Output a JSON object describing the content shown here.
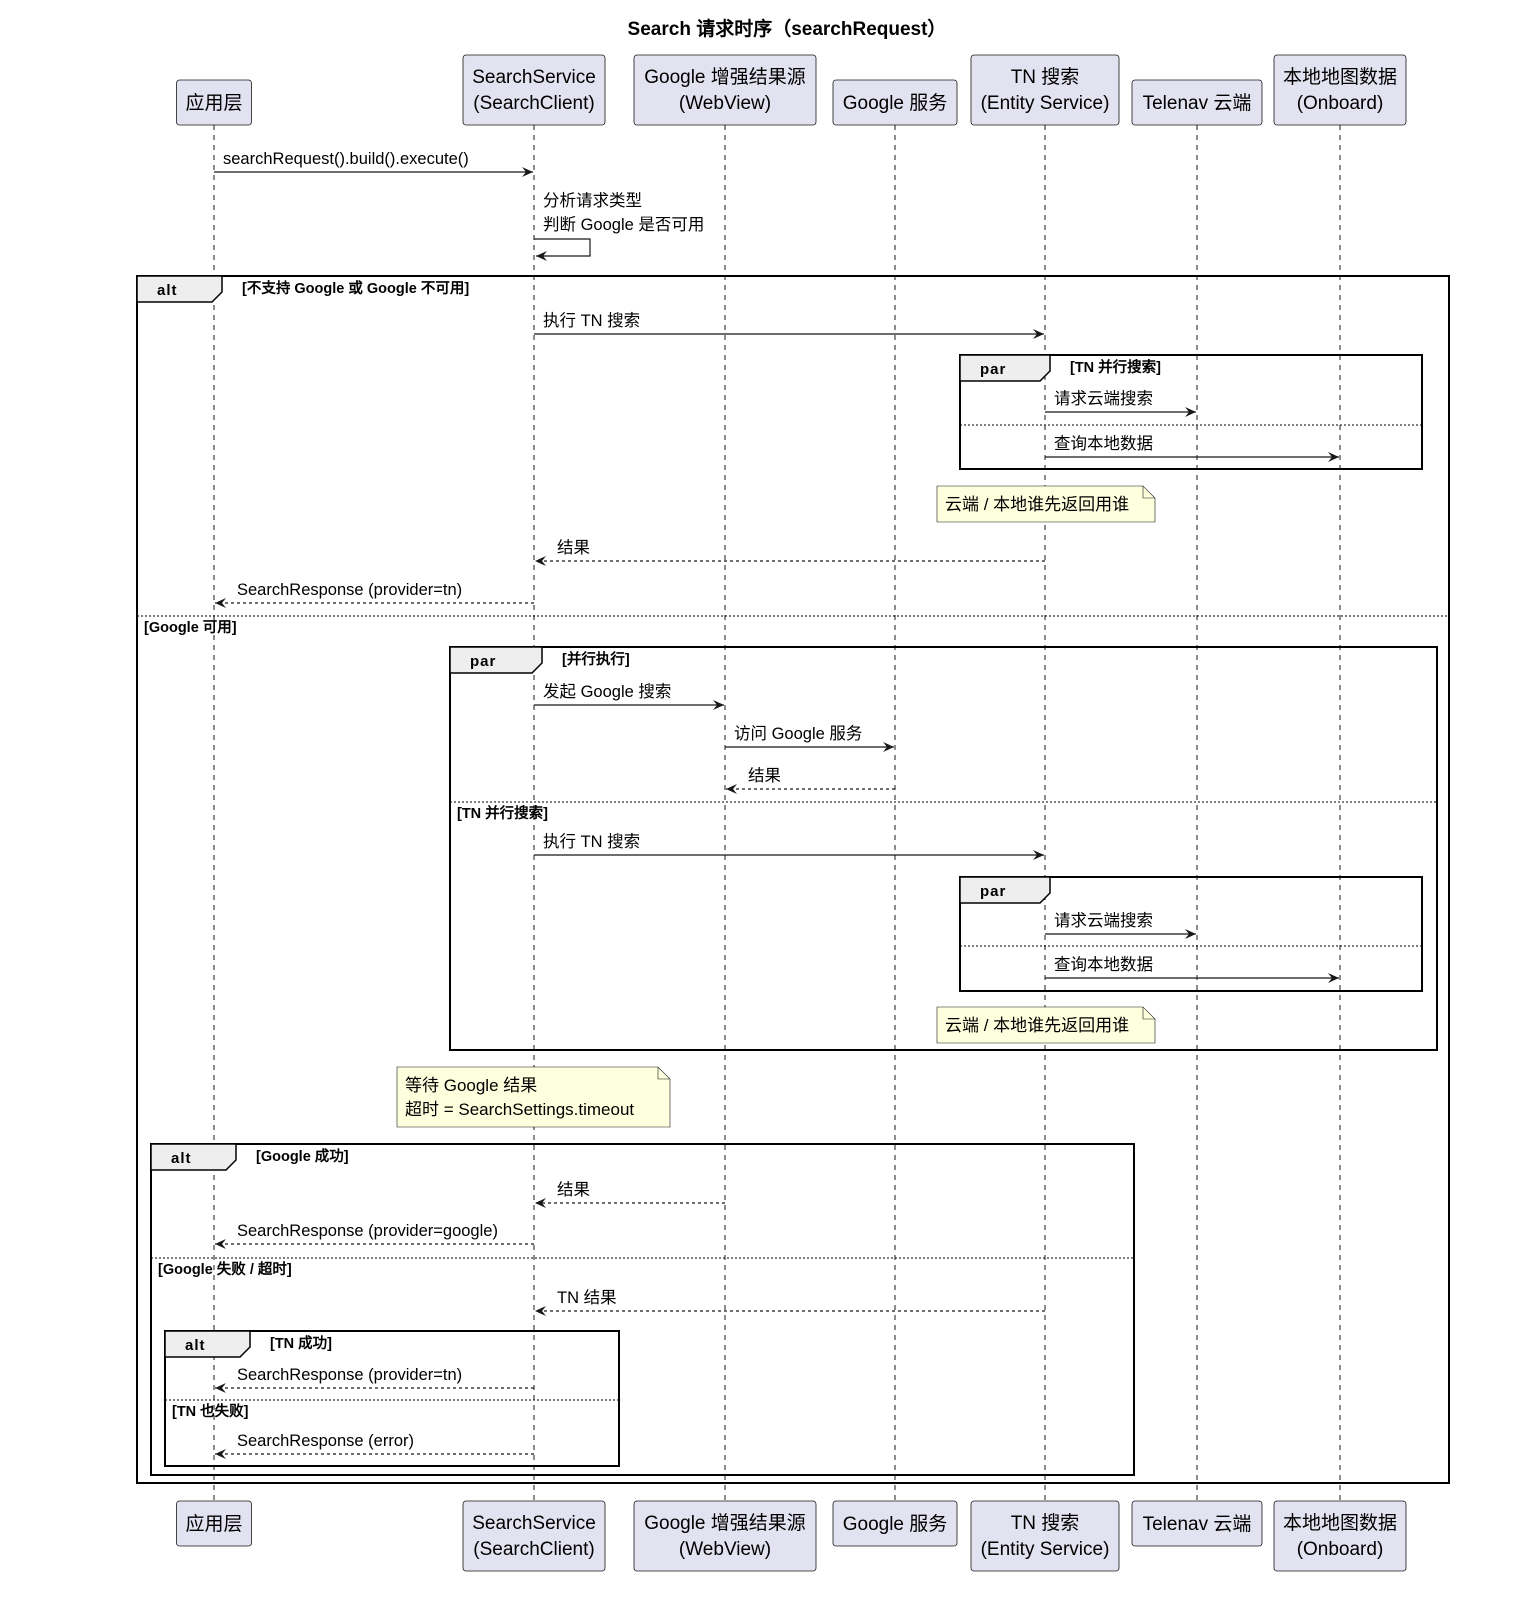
{
  "title": "Search 请求时序（searchRequest）",
  "colors": {
    "participant_fill": "#E2E2F0",
    "participant_stroke": "#181818",
    "note_fill": "#FEFFDD",
    "line": "#181818"
  },
  "participants": [
    {
      "id": "app",
      "lines": [
        "应用层"
      ]
    },
    {
      "id": "ss",
      "lines": [
        "SearchService",
        "(SearchClient)"
      ]
    },
    {
      "id": "gw",
      "lines": [
        "Google 增强结果源",
        "(WebView)"
      ]
    },
    {
      "id": "gs",
      "lines": [
        "Google 服务"
      ]
    },
    {
      "id": "tn",
      "lines": [
        "TN 搜索",
        "(Entity Service)"
      ]
    },
    {
      "id": "cloud",
      "lines": [
        "Telenav 云端"
      ]
    },
    {
      "id": "local",
      "lines": [
        "本地地图数据",
        "(Onboard)"
      ]
    }
  ],
  "messages": [
    {
      "from": "app",
      "to": "ss",
      "label": "searchRequest().build().execute()",
      "style": "solid"
    },
    {
      "from": "ss",
      "to": "ss",
      "label": "分析请求类型",
      "label2": "判断 Google 是否可用",
      "style": "self"
    },
    {
      "from": "ss",
      "to": "tn",
      "label": "执行 TN 搜索",
      "style": "solid"
    },
    {
      "from": "tn",
      "to": "cloud",
      "label": "请求云端搜索",
      "style": "solid"
    },
    {
      "from": "tn",
      "to": "local",
      "label": "查询本地数据",
      "style": "solid"
    },
    {
      "from": "tn",
      "to": "ss",
      "label": "结果",
      "style": "dashed"
    },
    {
      "from": "ss",
      "to": "app",
      "label": "SearchResponse (provider=tn)",
      "style": "dashed"
    },
    {
      "from": "ss",
      "to": "gw",
      "label": "发起 Google 搜索",
      "style": "solid"
    },
    {
      "from": "gw",
      "to": "gs",
      "label": "访问 Google 服务",
      "style": "solid"
    },
    {
      "from": "gs",
      "to": "gw",
      "label": "结果",
      "style": "dashed"
    },
    {
      "from": "ss",
      "to": "tn",
      "label": "执行 TN 搜索",
      "style": "solid"
    },
    {
      "from": "tn",
      "to": "cloud",
      "label": "请求云端搜索",
      "style": "solid"
    },
    {
      "from": "tn",
      "to": "local",
      "label": "查询本地数据",
      "style": "solid"
    },
    {
      "from": "gw",
      "to": "ss",
      "label": "结果",
      "style": "dashed"
    },
    {
      "from": "ss",
      "to": "app",
      "label": "SearchResponse (provider=google)",
      "style": "dashed"
    },
    {
      "from": "tn",
      "to": "ss",
      "label": "TN 结果",
      "style": "dashed"
    },
    {
      "from": "ss",
      "to": "app",
      "label": "SearchResponse (provider=tn)",
      "style": "dashed"
    },
    {
      "from": "ss",
      "to": "app",
      "label": "SearchResponse (error)",
      "style": "dashed"
    }
  ],
  "fragments": [
    {
      "keyword": "alt",
      "guard": "[不支持 Google 或 Google 不可用]",
      "else_guards": [
        "[Google 可用]"
      ]
    },
    {
      "keyword": "par",
      "guard": "[TN 并行搜索]",
      "else_guards": [
        ""
      ]
    },
    {
      "keyword": "par",
      "guard": "[并行执行]",
      "else_guards": [
        "[TN 并行搜索]"
      ]
    },
    {
      "keyword": "par",
      "guard": "",
      "else_guards": [
        ""
      ]
    },
    {
      "keyword": "alt",
      "guard": "[Google 成功]",
      "else_guards": [
        "[Google 失败 / 超时]"
      ]
    },
    {
      "keyword": "alt",
      "guard": "[TN 成功]",
      "else_guards": [
        "[TN 也失败]"
      ]
    }
  ],
  "notes": [
    {
      "lines": [
        "云端 / 本地谁先返回用谁"
      ]
    },
    {
      "lines": [
        "云端 / 本地谁先返回用谁"
      ]
    },
    {
      "lines": [
        "等待 Google 结果",
        "超时 = SearchSettings.timeout"
      ]
    }
  ]
}
